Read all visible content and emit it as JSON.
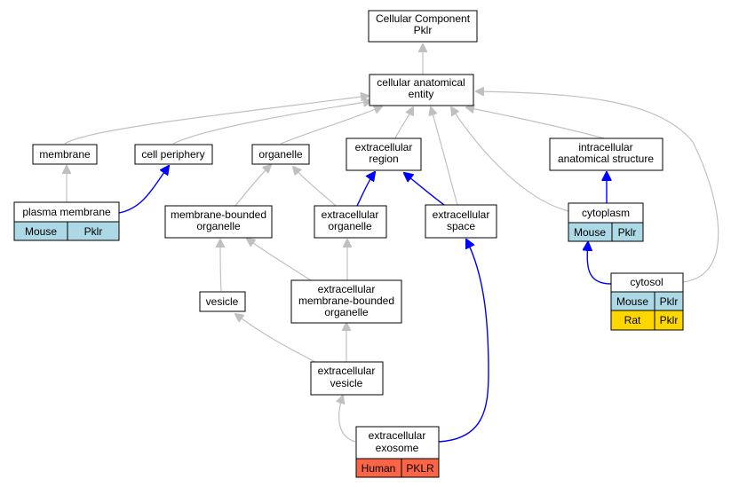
{
  "nodes": {
    "root": [
      "Cellular Component",
      "Pklr"
    ],
    "cae": [
      "cellular anatomical",
      "entity"
    ],
    "membrane": [
      "membrane"
    ],
    "cell_periphery": [
      "cell periphery"
    ],
    "organelle": [
      "organelle"
    ],
    "extracellular_region": [
      "extracellular",
      "region"
    ],
    "intracellular": [
      "intracellular",
      "anatomical structure"
    ],
    "plasma_membrane": [
      "plasma membrane"
    ],
    "membrane_bounded": [
      "membrane-bounded",
      "organelle"
    ],
    "ec_organelle": [
      "extracellular",
      "organelle"
    ],
    "ec_space": [
      "extracellular",
      "space"
    ],
    "cytoplasm": [
      "cytoplasm"
    ],
    "cytosol": [
      "cytosol"
    ],
    "vesicle": [
      "vesicle"
    ],
    "ec_mbo": [
      "extracellular",
      "membrane-bounded",
      "organelle"
    ],
    "ec_vesicle": [
      "extracellular",
      "vesicle"
    ],
    "ec_exosome": [
      "extracellular",
      "exosome"
    ]
  },
  "annotations": {
    "plasma_membrane": [
      [
        "Mouse",
        "Pklr"
      ]
    ],
    "cytoplasm": [
      [
        "Mouse",
        "Pklr"
      ]
    ],
    "cytosol": [
      [
        "Mouse",
        "Pklr"
      ],
      [
        "Rat",
        "Pklr"
      ]
    ],
    "ec_exosome": [
      [
        "Human",
        "PKLR"
      ]
    ]
  },
  "colors": {
    "mouse_cell": "#add8e6",
    "rat_cell": "#ffd700",
    "human_cell": "#fa6447",
    "is_a_edge": "#c0c0c0",
    "annotated_edge": "#0000ff"
  }
}
